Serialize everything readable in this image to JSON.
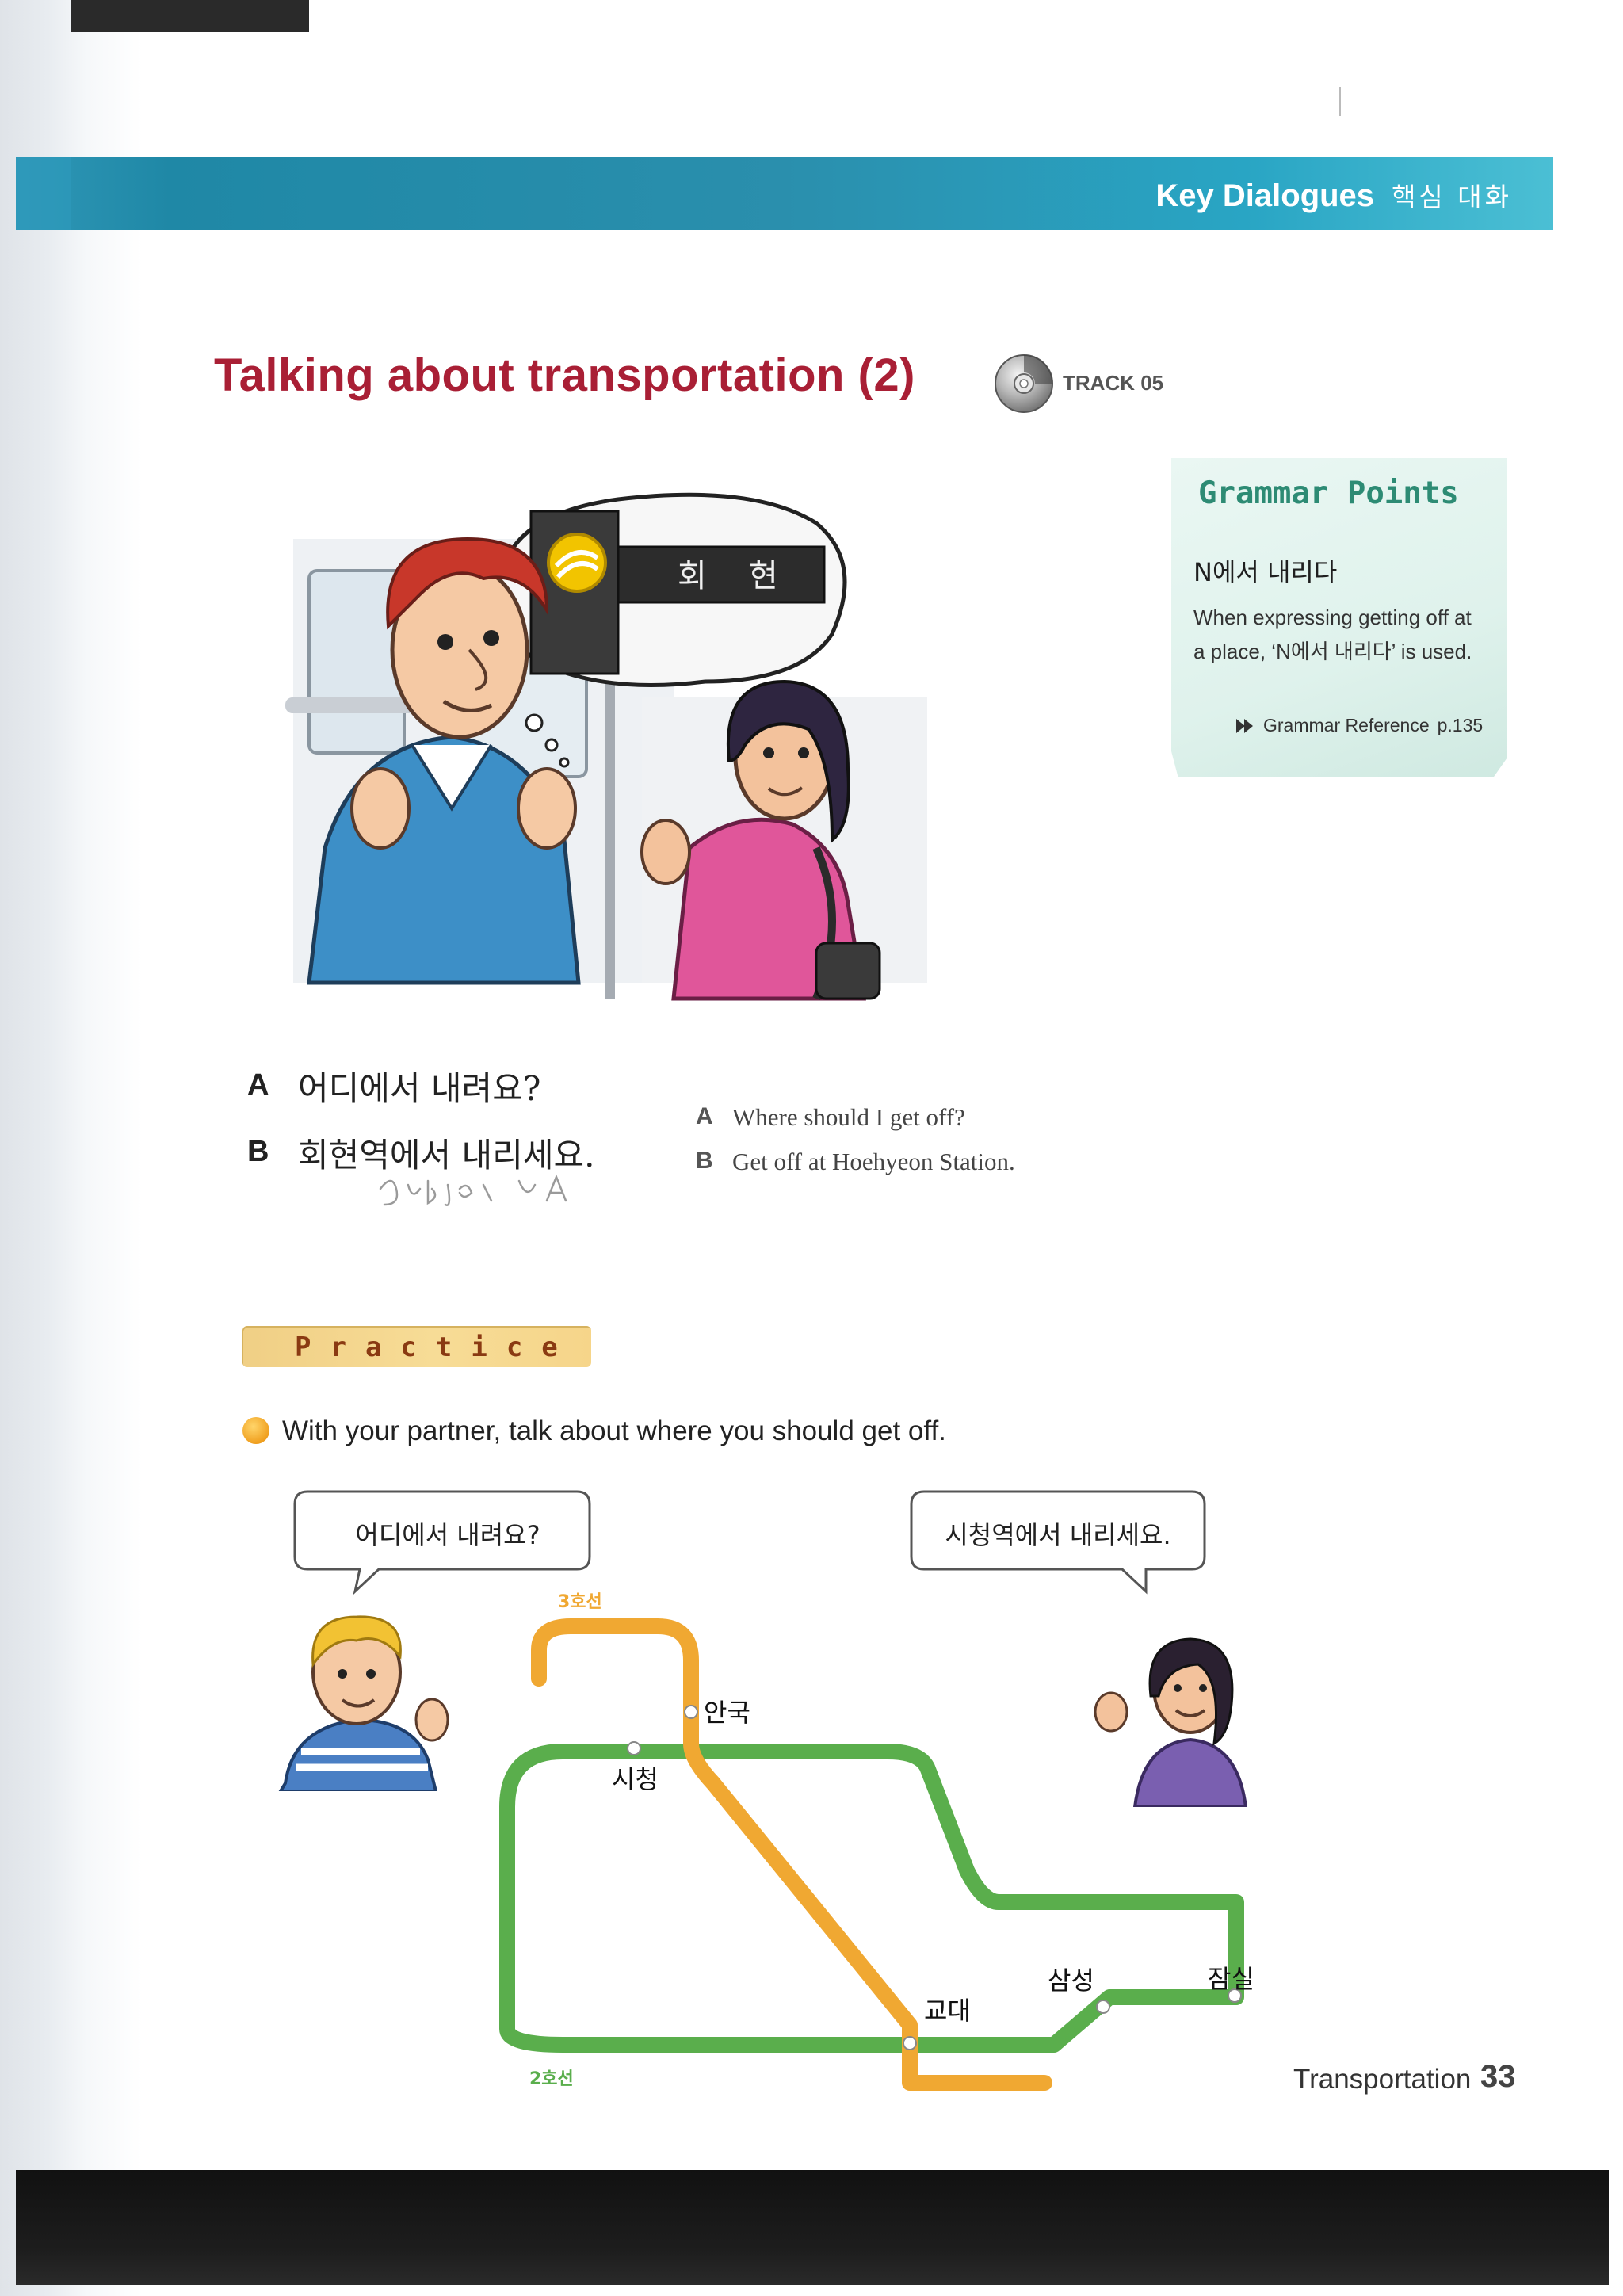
{
  "header": {
    "section_en": "Key Dialogues",
    "section_ko": "핵심 대화"
  },
  "title": {
    "text": "Talking about transportation (2)",
    "track": "TRACK 05"
  },
  "grammar": {
    "heading": "Grammar Points",
    "pattern": "N에서 내리다",
    "description": "When expressing getting off at a place, ‘N에서 내리다’ is used.",
    "reference_label": "Grammar Reference",
    "reference_page": "p.135"
  },
  "illustration": {
    "sign_chars": [
      "회",
      "현"
    ]
  },
  "dialogue": {
    "a_speaker": "A",
    "a_korean": "어디에서 내려요?",
    "b_speaker": "B",
    "b_korean": "회현역에서 내리세요.",
    "a_english": "Where should I get off?",
    "b_english": "Get off at Hoehyeon Station."
  },
  "practice": {
    "label": "Practice",
    "instruction": "With your partner, talk about where you should get off.",
    "bubble_left": "어디에서 내려요?",
    "bubble_right": "시청역에서 내리세요."
  },
  "subway_map": {
    "lines": [
      {
        "label": "3호선",
        "color": "#f0a832"
      },
      {
        "label": "2호선",
        "color": "#5aae4c"
      }
    ],
    "stations": [
      "안국",
      "시청",
      "교대",
      "삼성",
      "잠실"
    ]
  },
  "footer": {
    "section": "Transportation",
    "page": "33"
  }
}
